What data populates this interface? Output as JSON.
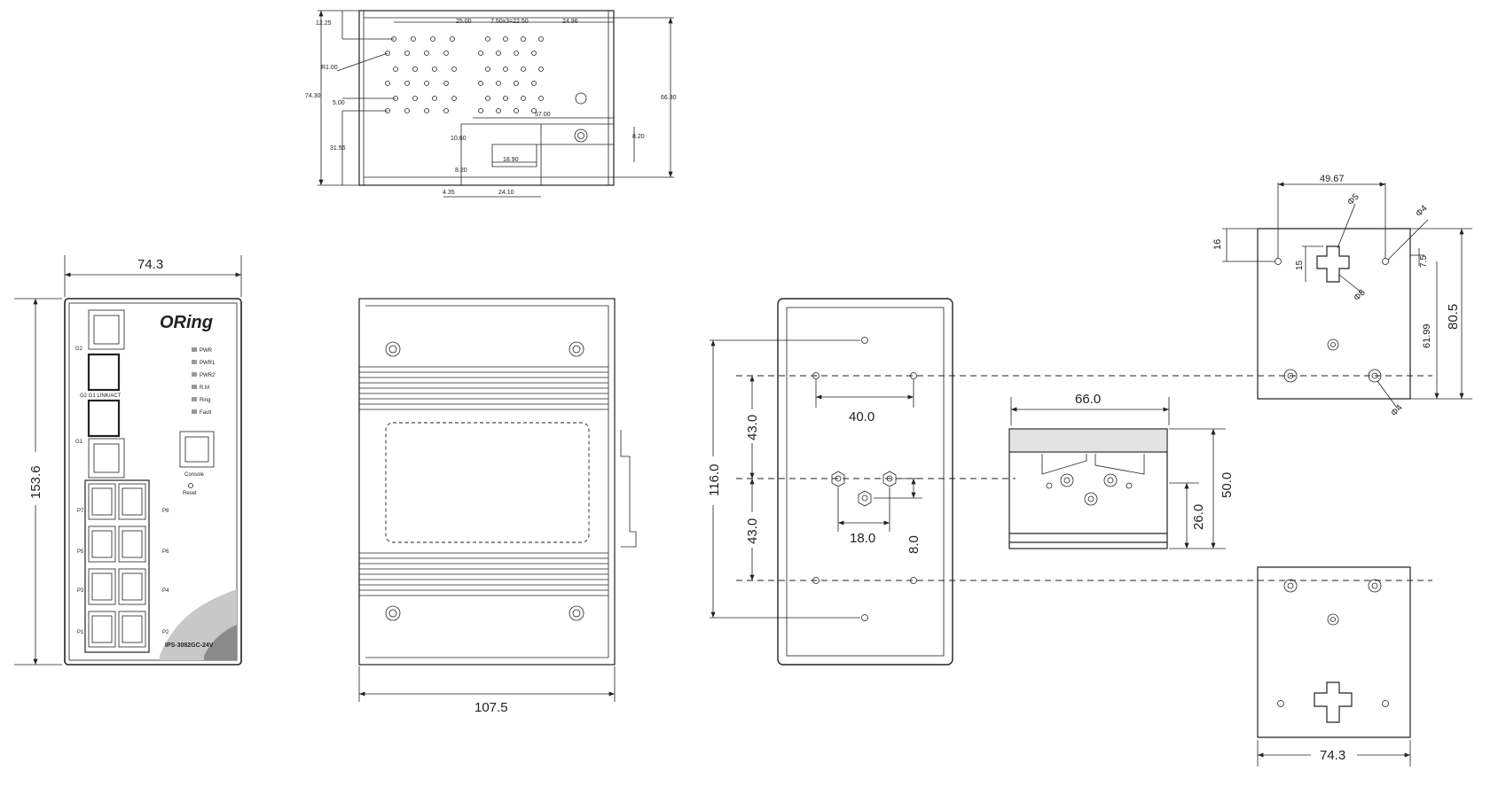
{
  "top_view": {
    "dims": [
      "12.25",
      "25.00",
      "7.50x3=22.50",
      "24.96",
      "R1.00",
      "74.30",
      "5.00",
      "31.55",
      "66.30",
      "57.00",
      "10.60",
      "18.90",
      "8.20",
      "8.20",
      "4.35",
      "24.10"
    ]
  },
  "front_view": {
    "width": "74.3",
    "height": "153.6",
    "logo": "ORing",
    "leds": [
      "PWR",
      "PWR1",
      "PWR2",
      "R.M",
      "Ring",
      "Fault"
    ],
    "port_labels": {
      "g2": "G2",
      "g1": "G1",
      "link_act": "G2   G1 LINK/ACT",
      "console": "Console",
      "reset": "Reset",
      "p7": "P7",
      "p8": "P8",
      "p5": "P5",
      "p6": "P6",
      "p3": "P3",
      "p4": "P4",
      "p1": "P1",
      "p2": "P2"
    },
    "model": "IPS-3082GC-24V"
  },
  "side_view": {
    "width": "107.5"
  },
  "rear_view": {
    "d116": "116.0",
    "d43a": "43.0",
    "d43b": "43.0",
    "d40": "40.0",
    "d18": "18.0",
    "d8": "8.0"
  },
  "din_rail": {
    "d66": "66.0",
    "d50": "50.0",
    "d26": "26.0"
  },
  "wall_mount": {
    "top": {
      "d4967": "49.67",
      "d16": "16",
      "d15": "15",
      "d5": "Φ5",
      "d4": "Φ4",
      "d8": "Φ8",
      "d75": "7.5",
      "d6199": "61.99",
      "d805": "80.5",
      "d4b": "Φ4"
    },
    "bottom": {
      "width": "74.3"
    }
  },
  "icons": [
    "rj45-port-icon",
    "sfp-port-icon",
    "screw-hole-icon",
    "hex-nut-icon",
    "keyhole-slot-icon"
  ]
}
